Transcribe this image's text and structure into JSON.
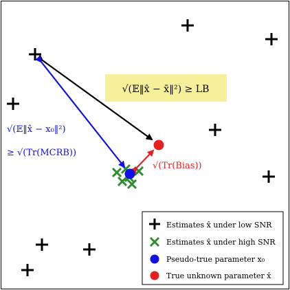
{
  "annotations": {
    "lb_box": "√(𝔼‖x̂ − x̄‖²) ≥ LB",
    "mcrb_line1": "√(𝔼‖x̂ − x₀‖²)",
    "mcrb_line2": "≥ √(Tr(MCRB))",
    "bias": "√(Tr(Bias))"
  },
  "legend": {
    "items": [
      {
        "marker": "plus-marker",
        "label": "Estimates x̂ under low SNR"
      },
      {
        "marker": "x-marker",
        "label": "Estimates x̂ under high SNR"
      },
      {
        "marker": "blue-dot",
        "label": "Pseudo-true parameter x₀"
      },
      {
        "marker": "red-dot",
        "label": "True unknown parameter x̄"
      }
    ]
  },
  "colors": {
    "blue": "#1010e6",
    "red": "#e62020",
    "green": "#2e8b2e",
    "black": "#000000",
    "box": "#f7f09a"
  }
}
